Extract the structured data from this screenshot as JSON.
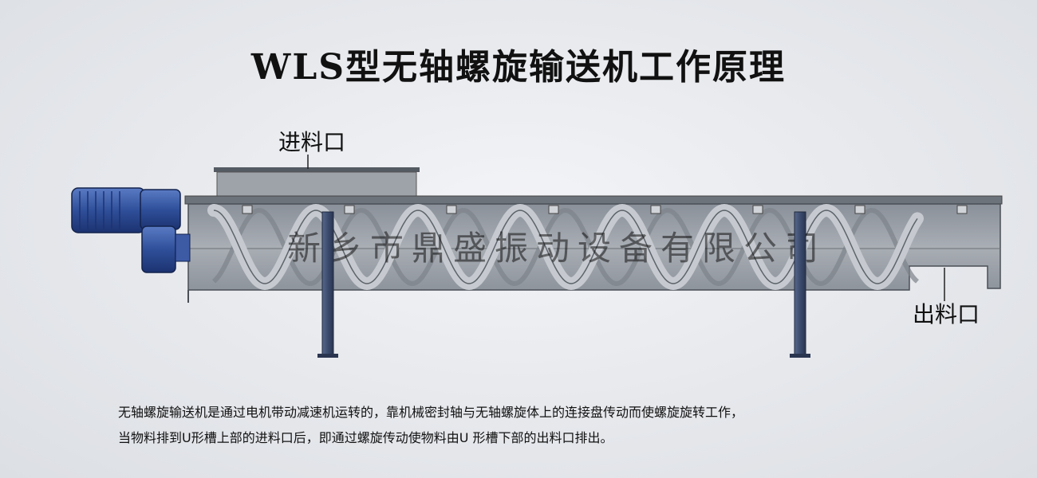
{
  "title": "WLS型无轴螺旋输送机工作原理",
  "labels": {
    "inlet": "进料口",
    "outlet": "出料口"
  },
  "watermark": "新乡市鼎盛振动设备有限公司",
  "description": {
    "line1": "无轴螺旋输送机是通过电机带动减速机运转的，靠机械密封轴与无轴螺旋体上的连接盘传动而使螺旋旋转工作，",
    "line2": "当物料排到U形槽上部的进料口后，即通过螺旋传动使物料由U 形槽下部的出料口排出。"
  },
  "colors": {
    "motor": "#2f4f9a",
    "trough": "#9aa0a8",
    "spiral": "#bfc3c9",
    "legs": "#3c4c6e"
  }
}
